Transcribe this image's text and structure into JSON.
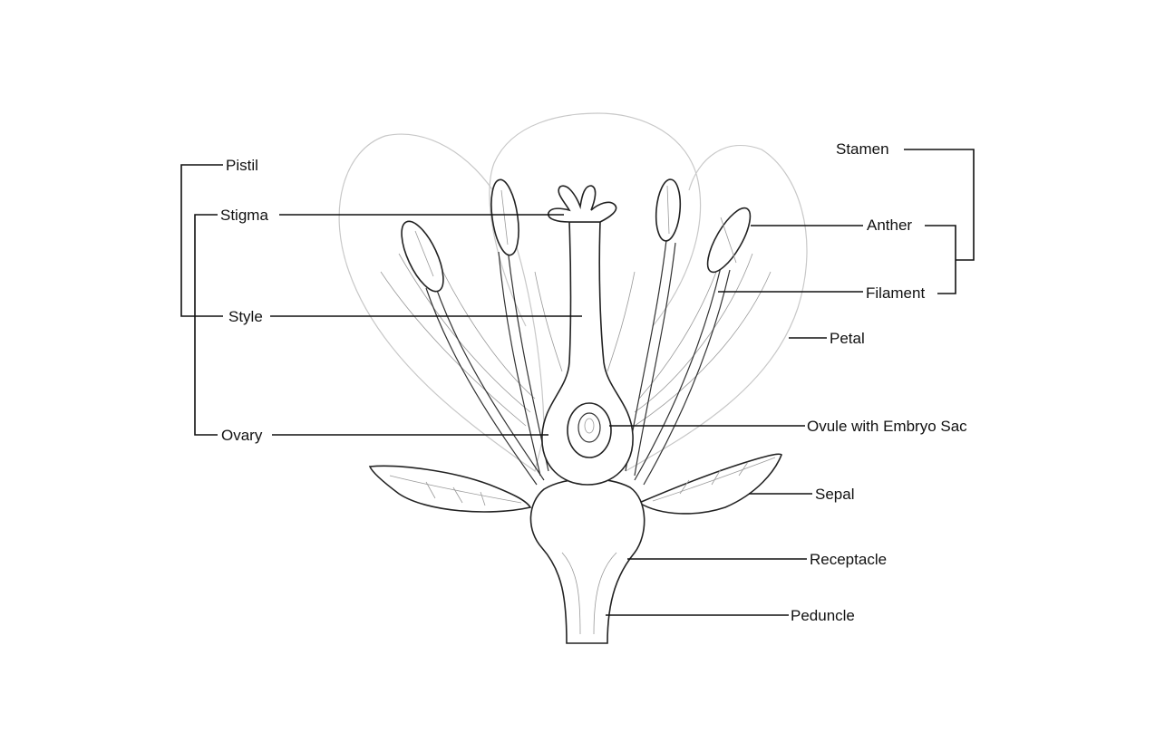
{
  "diagram": {
    "labels": {
      "pistil": "Pistil",
      "stigma": "Stigma",
      "style": "Style",
      "ovary": "Ovary",
      "stamen": "Stamen",
      "anther": "Anther",
      "filament": "Filament",
      "petal": "Petal",
      "ovule": "Ovule with Embryo Sac",
      "sepal": "Sepal",
      "receptacle": "Receptacle",
      "peduncle": "Peduncle"
    },
    "colors": {
      "ink": "#111111",
      "petal_outline": "#c8c8c8",
      "background": "#ffffff"
    }
  }
}
